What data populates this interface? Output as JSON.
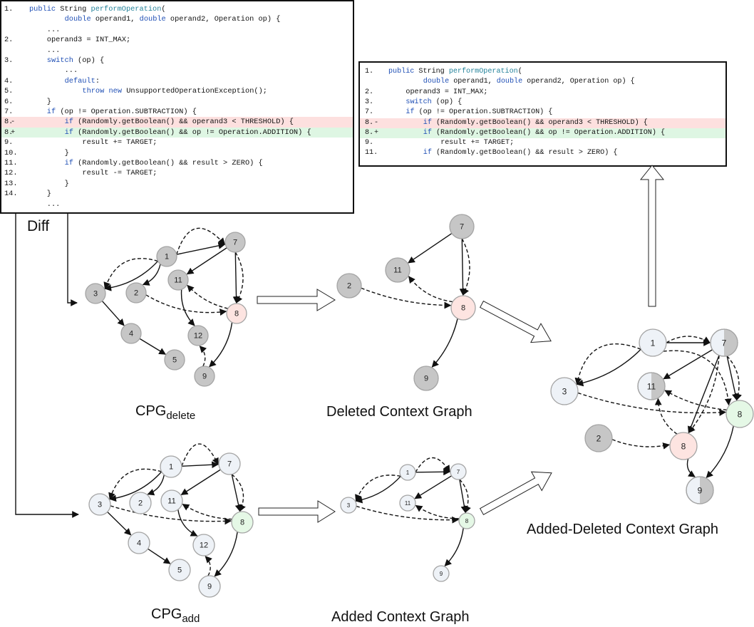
{
  "code_diff": {
    "lines": [
      {
        "num": "1.",
        "mark": "",
        "text": "public String performOperation(",
        "status": "normal",
        "indent": 0
      },
      {
        "num": "",
        "mark": "",
        "text": "double operand1, double operand2, Operation op) {",
        "status": "normal",
        "indent": 8
      },
      {
        "num": "",
        "mark": "",
        "text": "...",
        "status": "normal",
        "indent": 4
      },
      {
        "num": "2.",
        "mark": "",
        "text": "operand3 = INT_MAX;",
        "status": "normal",
        "indent": 4
      },
      {
        "num": "",
        "mark": "",
        "text": "...",
        "status": "normal",
        "indent": 4
      },
      {
        "num": "3.",
        "mark": "",
        "text": "switch (op) {",
        "status": "normal",
        "indent": 4
      },
      {
        "num": "",
        "mark": "",
        "text": "...",
        "status": "normal",
        "indent": 8
      },
      {
        "num": "4.",
        "mark": "",
        "text": "default:",
        "status": "normal",
        "indent": 8
      },
      {
        "num": "5.",
        "mark": "",
        "text": "throw new UnsupportedOperationException();",
        "status": "normal",
        "indent": 12
      },
      {
        "num": "6.",
        "mark": "",
        "text": "}",
        "status": "normal",
        "indent": 4
      },
      {
        "num": "7.",
        "mark": "",
        "text": "if (op != Operation.SUBTRACTION) {",
        "status": "normal",
        "indent": 4
      },
      {
        "num": "8.",
        "mark": "-",
        "text": "if (Randomly.getBoolean() && operand3 < THRESHOLD) {",
        "status": "deleted",
        "indent": 8
      },
      {
        "num": "8.",
        "mark": "+",
        "text": "if (Randomly.getBoolean() && op != Operation.ADDITION) {",
        "status": "added",
        "indent": 8
      },
      {
        "num": "9.",
        "mark": "",
        "text": "result += TARGET;",
        "status": "normal",
        "indent": 12
      },
      {
        "num": "10.",
        "mark": "",
        "text": "}",
        "status": "normal",
        "indent": 8
      },
      {
        "num": "11.",
        "mark": "",
        "text": "if (Randomly.getBoolean() && result > ZERO) {",
        "status": "normal",
        "indent": 8
      },
      {
        "num": "12.",
        "mark": "",
        "text": "result -= TARGET;",
        "status": "normal",
        "indent": 12
      },
      {
        "num": "13.",
        "mark": "",
        "text": "}",
        "status": "normal",
        "indent": 8
      },
      {
        "num": "14.",
        "mark": "",
        "text": "}",
        "status": "normal",
        "indent": 4
      },
      {
        "num": "",
        "mark": "",
        "text": "...",
        "status": "normal",
        "indent": 4
      }
    ]
  },
  "code_context": {
    "lines": [
      {
        "num": "1.",
        "mark": "",
        "text": "public String performOperation(",
        "status": "normal",
        "indent": 0
      },
      {
        "num": "",
        "mark": "",
        "text": "double operand1, double operand2, Operation op) {",
        "status": "normal",
        "indent": 8
      },
      {
        "num": "2.",
        "mark": "",
        "text": "operand3 = INT_MAX;",
        "status": "normal",
        "indent": 4
      },
      {
        "num": "3.",
        "mark": "",
        "text": "switch (op) {",
        "status": "normal",
        "indent": 4
      },
      {
        "num": "7.",
        "mark": "",
        "text": "if (op != Operation.SUBTRACTION) {",
        "status": "normal",
        "indent": 4
      },
      {
        "num": "8.",
        "mark": "-",
        "text": "if (Randomly.getBoolean() && operand3 < THRESHOLD) {",
        "status": "deleted",
        "indent": 8
      },
      {
        "num": "8.",
        "mark": "+",
        "text": "if (Randomly.getBoolean() && op != Operation.ADDITION) {",
        "status": "added",
        "indent": 8
      },
      {
        "num": "9.",
        "mark": "",
        "text": "result += TARGET;",
        "status": "normal",
        "indent": 12
      },
      {
        "num": "11.",
        "mark": "",
        "text": "if (Randomly.getBoolean() && result > ZERO) {",
        "status": "normal",
        "indent": 8
      }
    ]
  },
  "labels": {
    "diff": "Diff",
    "cpg_delete_main": "CPG",
    "cpg_delete_sub": "delete",
    "cpg_add_main": "CPG",
    "cpg_add_sub": "add",
    "deleted_context": "Deleted Context Graph",
    "added_context": "Added Context Graph",
    "added_deleted_context": "Added-Deleted Context Graph"
  },
  "colors": {
    "gray_node": "#c6c6c6",
    "light_node": "#eef2f7",
    "deleted_node": "#fde4e1",
    "added_node": "#e5f8e6",
    "deleted_line_bg": "#fde0df",
    "added_line_bg": "#def6e3",
    "keyword": "#1f4fb5",
    "method": "#23829a"
  },
  "graphs": {
    "cpg_delete": {
      "nodes": [
        {
          "id": "1",
          "fill": "gray"
        },
        {
          "id": "7",
          "fill": "gray"
        },
        {
          "id": "3",
          "fill": "gray"
        },
        {
          "id": "2",
          "fill": "gray"
        },
        {
          "id": "11",
          "fill": "gray"
        },
        {
          "id": "8",
          "fill": "deleted"
        },
        {
          "id": "4",
          "fill": "gray"
        },
        {
          "id": "12",
          "fill": "gray"
        },
        {
          "id": "5",
          "fill": "gray"
        },
        {
          "id": "9",
          "fill": "gray"
        }
      ],
      "edges": [
        {
          "from": "1",
          "to": "7",
          "style": "solid"
        },
        {
          "from": "1",
          "to": "7",
          "style": "dashed"
        },
        {
          "from": "1",
          "to": "3",
          "style": "solid"
        },
        {
          "from": "1",
          "to": "3",
          "style": "dashed"
        },
        {
          "from": "1",
          "to": "2",
          "style": "solid"
        },
        {
          "from": "7",
          "to": "11",
          "style": "solid"
        },
        {
          "from": "7",
          "to": "8",
          "style": "solid"
        },
        {
          "from": "7",
          "to": "8",
          "style": "dashed"
        },
        {
          "from": "2",
          "to": "8",
          "style": "dashed"
        },
        {
          "from": "8",
          "to": "11",
          "style": "dashed"
        },
        {
          "from": "3",
          "to": "4",
          "style": "solid"
        },
        {
          "from": "4",
          "to": "5",
          "style": "solid"
        },
        {
          "from": "11",
          "to": "12",
          "style": "solid"
        },
        {
          "from": "8",
          "to": "9",
          "style": "solid"
        },
        {
          "from": "9",
          "to": "12",
          "style": "dashed"
        }
      ]
    },
    "cpg_add": {
      "nodes": [
        {
          "id": "1",
          "fill": "light"
        },
        {
          "id": "7",
          "fill": "light"
        },
        {
          "id": "3",
          "fill": "light"
        },
        {
          "id": "2",
          "fill": "light"
        },
        {
          "id": "11",
          "fill": "light"
        },
        {
          "id": "8",
          "fill": "added"
        },
        {
          "id": "4",
          "fill": "light"
        },
        {
          "id": "12",
          "fill": "light"
        },
        {
          "id": "5",
          "fill": "light"
        },
        {
          "id": "9",
          "fill": "light"
        }
      ],
      "edges": [
        {
          "from": "1",
          "to": "7",
          "style": "solid"
        },
        {
          "from": "1",
          "to": "7",
          "style": "dashed"
        },
        {
          "from": "1",
          "to": "3",
          "style": "solid"
        },
        {
          "from": "1",
          "to": "3",
          "style": "dashed"
        },
        {
          "from": "1",
          "to": "2",
          "style": "solid"
        },
        {
          "from": "7",
          "to": "11",
          "style": "solid"
        },
        {
          "from": "7",
          "to": "8",
          "style": "solid"
        },
        {
          "from": "7",
          "to": "8",
          "style": "dashed"
        },
        {
          "from": "3",
          "to": "8",
          "style": "dashed"
        },
        {
          "from": "8",
          "to": "11",
          "style": "dashed"
        },
        {
          "from": "3",
          "to": "4",
          "style": "solid"
        },
        {
          "from": "4",
          "to": "5",
          "style": "solid"
        },
        {
          "from": "11",
          "to": "12",
          "style": "solid"
        },
        {
          "from": "8",
          "to": "9",
          "style": "solid"
        },
        {
          "from": "9",
          "to": "12",
          "style": "dashed"
        }
      ]
    },
    "deleted_context": {
      "nodes": [
        {
          "id": "7",
          "fill": "gray"
        },
        {
          "id": "11",
          "fill": "gray"
        },
        {
          "id": "2",
          "fill": "gray"
        },
        {
          "id": "8",
          "fill": "deleted"
        },
        {
          "id": "9",
          "fill": "gray"
        }
      ],
      "edges": [
        {
          "from": "7",
          "to": "11",
          "style": "solid"
        },
        {
          "from": "7",
          "to": "8",
          "style": "solid"
        },
        {
          "from": "7",
          "to": "8",
          "style": "dashed"
        },
        {
          "from": "8",
          "to": "11",
          "style": "dashed"
        },
        {
          "from": "2",
          "to": "8",
          "style": "dashed"
        },
        {
          "from": "8",
          "to": "9",
          "style": "solid"
        }
      ]
    },
    "added_context": {
      "nodes": [
        {
          "id": "1",
          "fill": "light"
        },
        {
          "id": "7",
          "fill": "light"
        },
        {
          "id": "3",
          "fill": "light"
        },
        {
          "id": "11",
          "fill": "light"
        },
        {
          "id": "8",
          "fill": "added"
        },
        {
          "id": "9",
          "fill": "light"
        }
      ],
      "edges": [
        {
          "from": "1",
          "to": "7",
          "style": "solid"
        },
        {
          "from": "1",
          "to": "7",
          "style": "dashed"
        },
        {
          "from": "1",
          "to": "3",
          "style": "solid"
        },
        {
          "from": "1",
          "to": "3",
          "style": "dashed"
        },
        {
          "from": "7",
          "to": "11",
          "style": "solid"
        },
        {
          "from": "7",
          "to": "8",
          "style": "solid"
        },
        {
          "from": "7",
          "to": "8",
          "style": "dashed"
        },
        {
          "from": "8",
          "to": "11",
          "style": "dashed"
        },
        {
          "from": "3",
          "to": "8",
          "style": "dashed"
        },
        {
          "from": "8",
          "to": "9",
          "style": "solid"
        }
      ]
    },
    "added_deleted_context": {
      "nodes": [
        {
          "id": "1",
          "fill": "light"
        },
        {
          "id": "7",
          "fill": "split"
        },
        {
          "id": "3",
          "fill": "light"
        },
        {
          "id": "11",
          "fill": "split"
        },
        {
          "id": "8",
          "fill": "added"
        },
        {
          "id": "2",
          "fill": "gray"
        },
        {
          "id": "8",
          "fill": "deleted"
        },
        {
          "id": "9",
          "fill": "split"
        }
      ],
      "edges": [
        {
          "from": "1",
          "to": "7",
          "style": "solid"
        },
        {
          "from": "1",
          "to": "7",
          "style": "dashed"
        },
        {
          "from": "1",
          "to": "3",
          "style": "solid"
        },
        {
          "from": "1",
          "to": "3",
          "style": "dashed"
        },
        {
          "from": "1",
          "to": "8+",
          "style": "dashed"
        },
        {
          "from": "7",
          "to": "11",
          "style": "solid"
        },
        {
          "from": "7",
          "to": "8+",
          "style": "solid"
        },
        {
          "from": "7",
          "to": "8+",
          "style": "dashed"
        },
        {
          "from": "7",
          "to": "8-",
          "style": "solid"
        },
        {
          "from": "7",
          "to": "8-",
          "style": "dashed"
        },
        {
          "from": "8+",
          "to": "11",
          "style": "dashed"
        },
        {
          "from": "8-",
          "to": "11",
          "style": "dashed"
        },
        {
          "from": "3",
          "to": "8+",
          "style": "dashed"
        },
        {
          "from": "2",
          "to": "8-",
          "style": "dashed"
        },
        {
          "from": "8+",
          "to": "9",
          "style": "solid"
        },
        {
          "from": "8-",
          "to": "9",
          "style": "solid"
        }
      ]
    }
  }
}
